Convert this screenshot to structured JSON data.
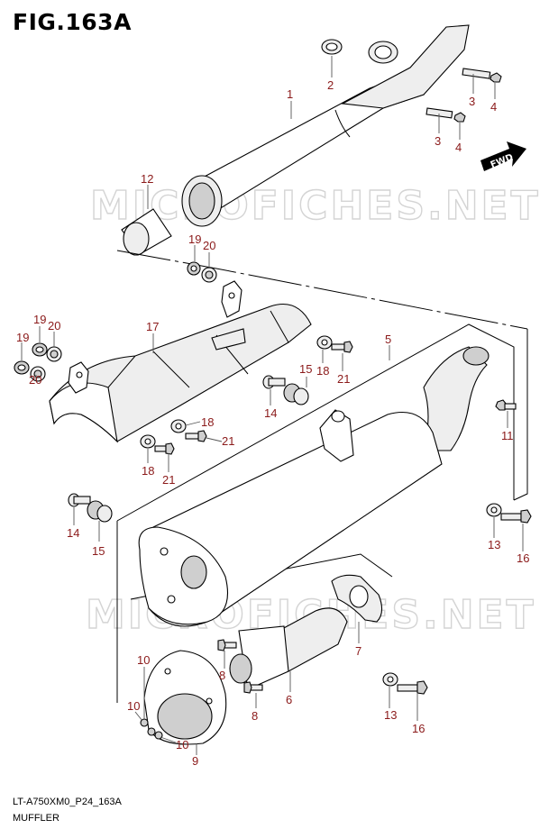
{
  "figure": {
    "title": "FIG.163A",
    "code": "LT-A750XM0_P24_163A",
    "caption": "MUFFLER",
    "watermark": "MICROFICHES.NET",
    "fwd_label": "FWD"
  },
  "callouts": {
    "c1": "1",
    "c2": "2",
    "c3a": "3",
    "c3b": "3",
    "c4a": "4",
    "c4b": "4",
    "c5": "5",
    "c6": "6",
    "c7": "7",
    "c8a": "8",
    "c8b": "8",
    "c9": "9",
    "c10a": "10",
    "c10b": "10",
    "c10c": "10",
    "c11": "11",
    "c12": "12",
    "c13a": "13",
    "c13b": "13",
    "c14a": "14",
    "c14b": "14",
    "c15a": "15",
    "c15b": "15",
    "c16a": "16",
    "c16b": "16",
    "c17": "17",
    "c18a": "18",
    "c18b": "18",
    "c18c": "18",
    "c19a": "19",
    "c19b": "19",
    "c19c": "19",
    "c20a": "20",
    "c20b": "20",
    "c20c": "20",
    "c21a": "21",
    "c21b": "21",
    "c21c": "21"
  },
  "colors": {
    "callout": "#8b1a1a",
    "watermark": "#d4d4d4"
  }
}
